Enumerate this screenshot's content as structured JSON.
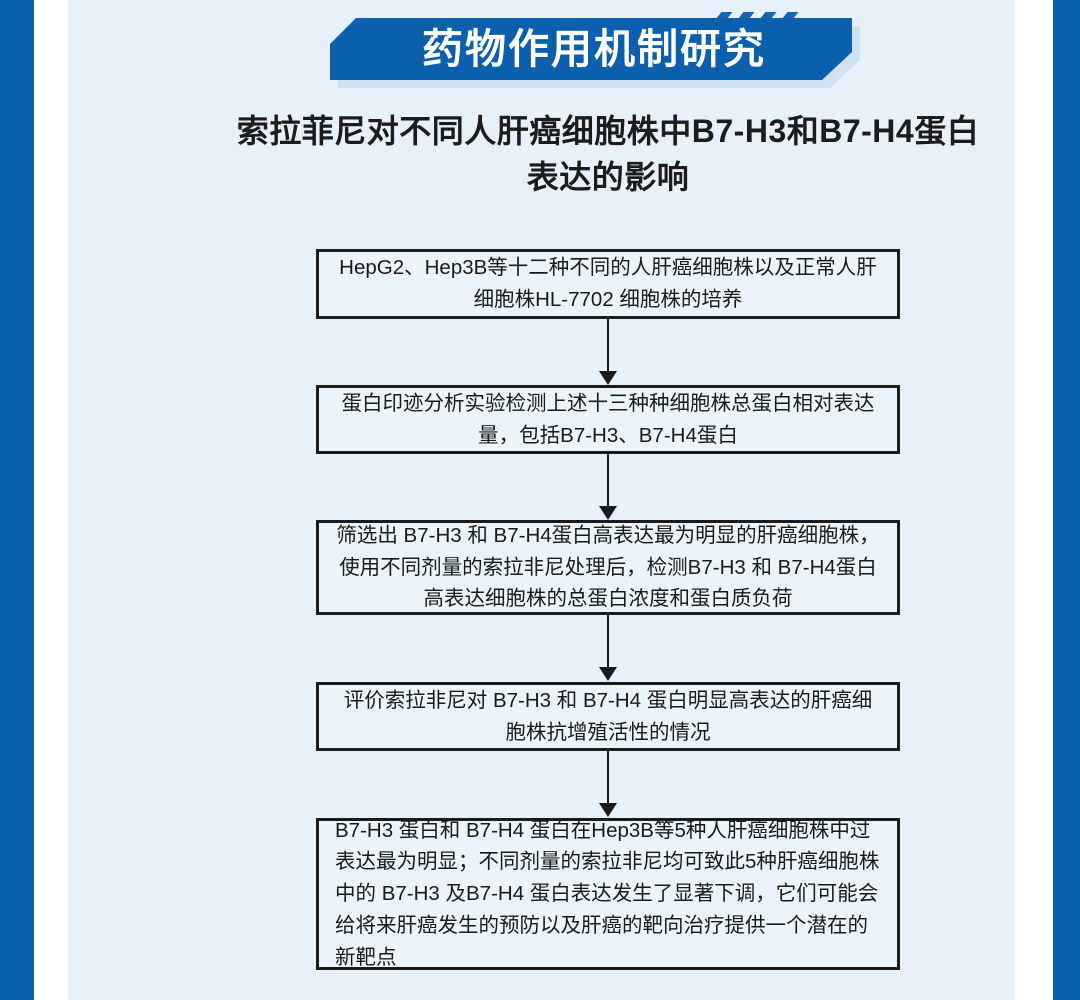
{
  "theme": {
    "rail_blue": "#0b5fad",
    "canvas_blue": "#e7f1fb",
    "node_fill": "#eaf4fd",
    "node_border": "#1b1b1b",
    "banner_blue": "#0b5fad",
    "banner_text_color": "#ffffff",
    "text_color": "#1c1c1c"
  },
  "header": {
    "banner_label": "药物作用机制研究"
  },
  "subtitle": {
    "line1": "索拉菲尼对不同人肝癌细胞株中B7-H3和B7-H4蛋白",
    "line2": "表达的影响",
    "full": "索拉菲尼对不同人肝癌细胞株中B7-H3和B7-H4蛋白表达的影响"
  },
  "flowchart": {
    "nodes": [
      {
        "id": "node-1",
        "text": "HepG2、Hep3B等十二种不同的人肝癌细胞株以及正常人肝细胞株HL-7702 细胞株的培养"
      },
      {
        "id": "node-2",
        "text": "蛋白印迹分析实验检测上述十三种种细胞株总蛋白相对表达量，包括B7-H3、B7-H4蛋白"
      },
      {
        "id": "node-3",
        "text": "筛选出 B7-H3 和 B7-H4蛋白高表达最为明显的肝癌细胞株，使用不同剂量的索拉非尼处理后，检测B7-H3 和 B7-H4蛋白高表达细胞株的总蛋白浓度和蛋白质负荷"
      },
      {
        "id": "node-4",
        "text": "评价索拉非尼对 B7-H3 和 B7-H4 蛋白明显高表达的肝癌细胞株抗增殖活性的情况"
      },
      {
        "id": "node-5",
        "text": "B7-H3 蛋白和 B7-H4 蛋白在Hep3B等5种人肝癌细胞株中过表达最为明显；不同剂量的索拉非尼均可致此5种肝癌细胞株中的 B7-H3 及B7-H4 蛋白表达发生了显著下调，它们可能会给将来肝癌发生的预防以及肝癌的靶向治疗提供一个潜在的新靶点"
      }
    ],
    "connector_count": 4
  }
}
